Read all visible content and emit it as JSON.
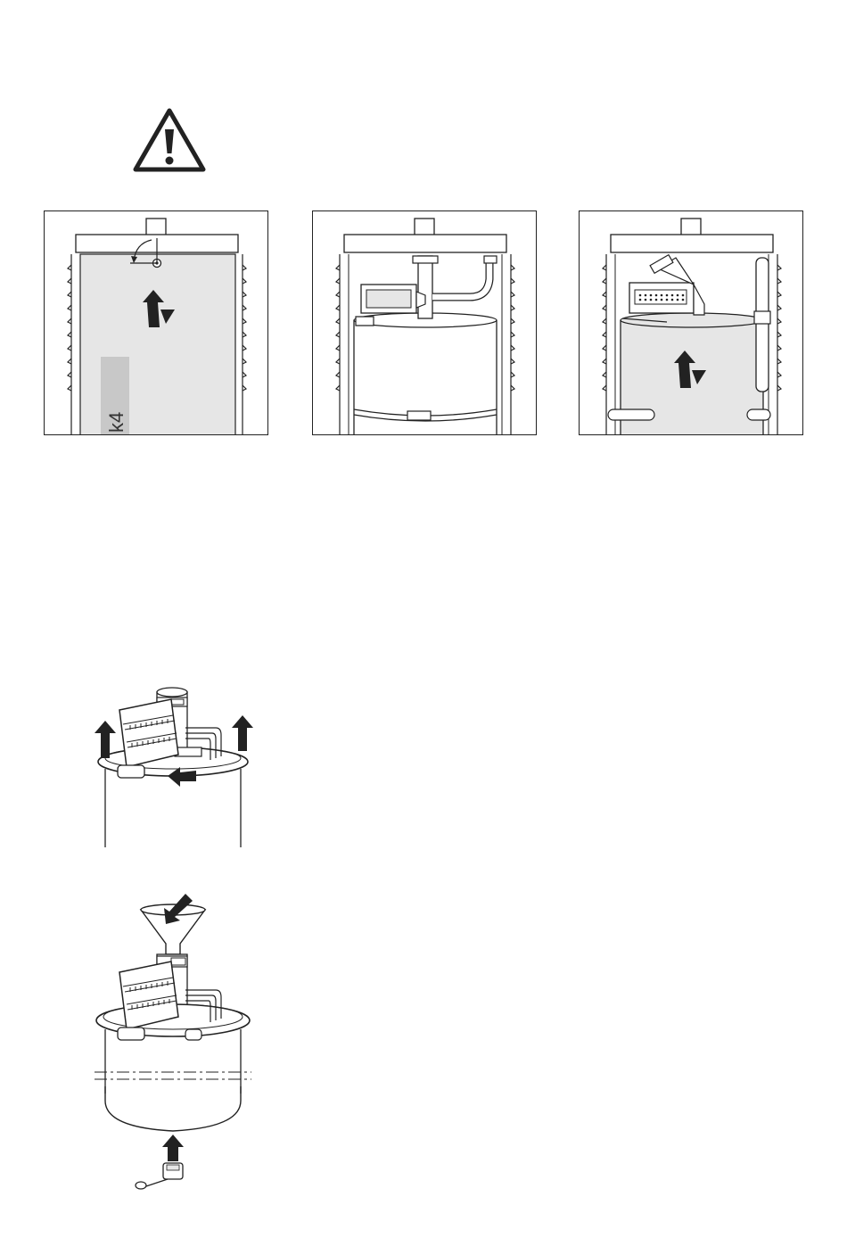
{
  "page": {
    "warning": {
      "icon": "warning-triangle-icon"
    },
    "panels": [
      {
        "id": "panel-1",
        "label_text": "k4",
        "icons": [
          "rotate-arrow-icon",
          "lift-arrow-icon"
        ]
      },
      {
        "id": "panel-2",
        "icons": []
      },
      {
        "id": "panel-3",
        "icons": [
          "lift-arrow-icon"
        ]
      }
    ],
    "figures": [
      {
        "id": "figure-tank-ring-removal",
        "icons": [
          "up-arrow-icon",
          "up-arrow-icon",
          "left-arrow-icon"
        ]
      },
      {
        "id": "figure-tank-filling",
        "icons": [
          "down-arrow-icon",
          "up-arrow-icon"
        ]
      }
    ]
  },
  "colors": {
    "line": "#222222",
    "panel_fill": "#e6e6e6",
    "label_fill": "#c8c8c8"
  }
}
